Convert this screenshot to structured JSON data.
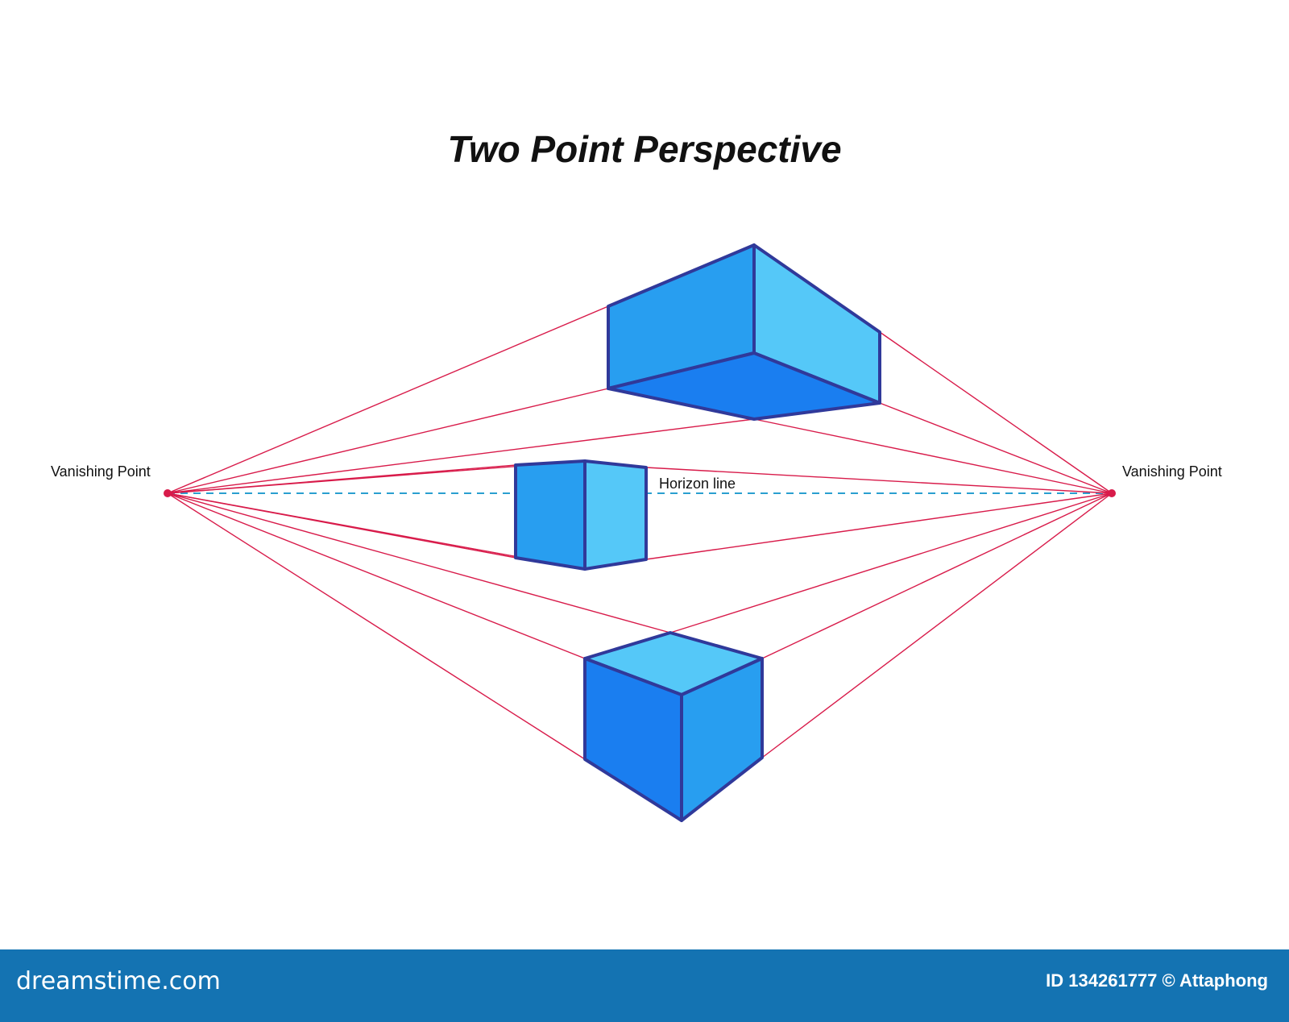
{
  "title": "Two Point Perspective",
  "labels": {
    "vanishing_point_left": "Vanishing Point",
    "vanishing_point_right": "Vanishing Point",
    "horizon": "Horizon line"
  },
  "footer": {
    "brand": "dreamstime.com",
    "credit": "ID 134261777 © Attaphong"
  },
  "colors": {
    "guide_line": "#d81b4a",
    "horizon_line": "#2a9fd0",
    "edge": "#30399a",
    "face_light": "#55c8f8",
    "face_mid": "#289ef0",
    "face_dark": "#1a7ef0",
    "footer_bg": "#1473b2"
  }
}
